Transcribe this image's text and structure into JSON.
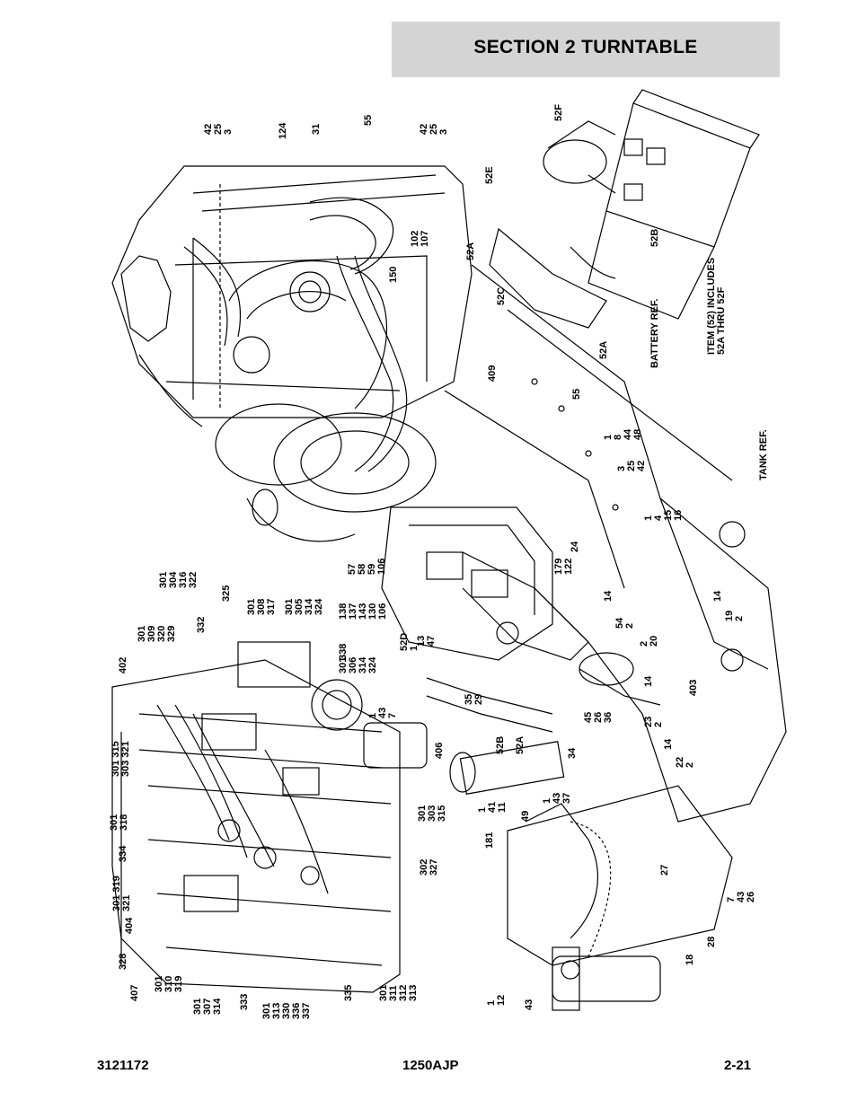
{
  "header": {
    "section_title": "SECTION 2   TURNTABLE"
  },
  "footer": {
    "doc_number": "3121172",
    "model": "1250AJP",
    "page": "2-21"
  },
  "callouts": {
    "c1": "42\n25\n3",
    "c2": "124",
    "c3": "31",
    "c4": "55",
    "c5": "42\n25\n3",
    "c6": "52F",
    "c7": "52E",
    "c8": "102\n107",
    "c9": "150",
    "c10": "52A",
    "c11": "52C",
    "c12": "52B",
    "c13": "BATTERY REF.",
    "c14": "ITEM (52) INCLUDES\n52A THRU 52F",
    "c15": "52A",
    "c16": "409",
    "c17": "55",
    "c18": "1\n8\n44\n48",
    "c19": "3\n25\n42",
    "c20": "TANK REF.",
    "c21": "301\n304\n316\n322",
    "c22": "325",
    "c23": "301\n308\n317",
    "c24": "301\n305\n314\n324",
    "c25": "138\n137\n143\n130\n106",
    "c26": "57\n58\n59\n106",
    "c27": "179\n122",
    "c28": "24",
    "c29": "1\n4\n15\n16",
    "c30": "301\n309\n320\n329",
    "c31": "332",
    "c32": "402",
    "c33": "338",
    "c34": "301\n306\n314\n324",
    "c35": "52D\n1",
    "c36": "13\n47",
    "c37": "14",
    "c38": "54\n2",
    "c39": "2\n20",
    "c40": "14",
    "c41": "19\n2",
    "c42": "301 315\n303 321",
    "c43": "1\n43\n7",
    "c44": "35\n29",
    "c45": "52B",
    "c46": "52A",
    "c47": "45\n26\n36",
    "c48": "23\n2",
    "c49": "14",
    "c50": "403",
    "c51": "14",
    "c52": "22\n2",
    "c53": "406",
    "c54": "34",
    "c55": "301\n318",
    "c56": "334",
    "c57": "1\n41\n11",
    "c58": "49",
    "c59": "1\n43\n37",
    "c60": "301\n303\n315",
    "c61": "181",
    "c62": "301 319\n321",
    "c63": "302\n327",
    "c64": "27",
    "c65": "404",
    "c66": "328",
    "c67": "301\n310\n319",
    "c68": "407",
    "c69": "301\n307\n314",
    "c70": "333",
    "c71": "301\n313\n330\n336\n337",
    "c72": "335",
    "c73": "301\n311\n312\n313",
    "c74": "7\n43\n26",
    "c75": "28",
    "c76": "18",
    "c77": "1\n12",
    "c78": "43"
  }
}
